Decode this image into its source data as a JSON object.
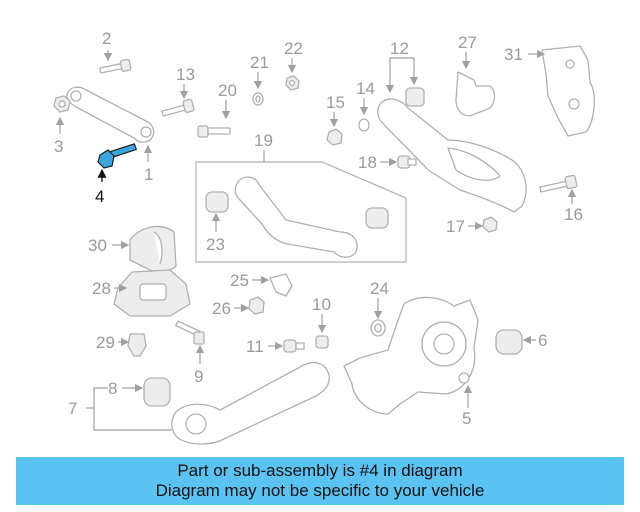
{
  "highlight_color": "#5bc3f2",
  "active_part": "4",
  "caption": {
    "line1": "Part or sub-assembly is #4 in diagram",
    "line2": "Diagram may not be specific to your vehicle"
  },
  "callouts": {
    "n1": "1",
    "n2": "2",
    "n3": "3",
    "n4": "4",
    "n5": "5",
    "n6": "6",
    "n7": "7",
    "n8": "8",
    "n9": "9",
    "n10": "10",
    "n11": "11",
    "n12": "12",
    "n13": "13",
    "n14": "14",
    "n15": "15",
    "n16": "16",
    "n17": "17",
    "n18": "18",
    "n19": "19",
    "n20": "20",
    "n21": "21",
    "n22": "22",
    "n23": "23",
    "n24": "24",
    "n25": "25",
    "n26": "26",
    "n27": "27",
    "n28": "28",
    "n29": "29",
    "n30": "30",
    "n31": "31"
  }
}
